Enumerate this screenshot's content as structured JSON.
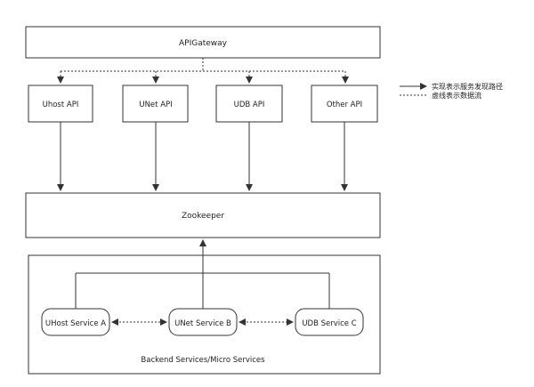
{
  "gateway": {
    "label": "APIGateway"
  },
  "apis": [
    {
      "label": "Uhost API"
    },
    {
      "label": "UNet API"
    },
    {
      "label": "UDB API"
    },
    {
      "label": "Other API"
    }
  ],
  "zookeeper": {
    "label": "Zookeeper"
  },
  "backend": {
    "label": "Backend Services/Micro Services",
    "services": [
      {
        "label": "UHost Service A"
      },
      {
        "label": "UNet Service B"
      },
      {
        "label": "UDB Service C"
      }
    ]
  },
  "legend": {
    "solid_label": "实现表示服务发现路径",
    "dashed_label": "虚线表示数据流"
  },
  "colors": {
    "stroke": "#333333",
    "text": "#222222",
    "background": "#ffffff"
  }
}
